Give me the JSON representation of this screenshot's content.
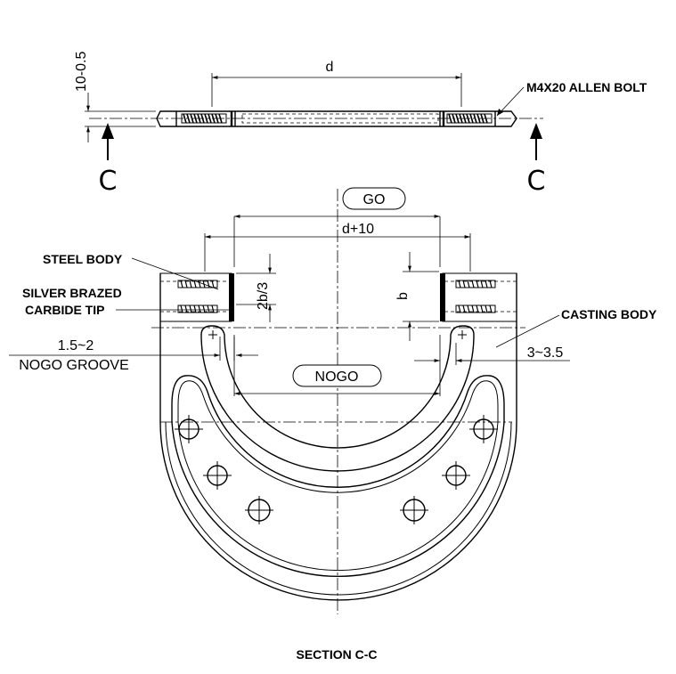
{
  "dimensions": {
    "top_thickness": "10-0.5",
    "top_width": "d",
    "inner_width": "d+10",
    "tip_height": "2b/3",
    "tip_gap": "b",
    "groove_left": "1.5~2",
    "groove_right": "3~3.5"
  },
  "labels": {
    "bolt": "M4X20 ALLEN BOLT",
    "steel_body": "STEEL BODY",
    "carbide_line1": "SILVER BRAZED",
    "carbide_line2": "CARBIDE TIP",
    "casting_body": "CASTING BODY",
    "nogo_groove": "NOGO GROOVE",
    "go": "GO",
    "nogo": "NOGO",
    "section_marker": "C",
    "section_title": "SECTION C-C"
  }
}
